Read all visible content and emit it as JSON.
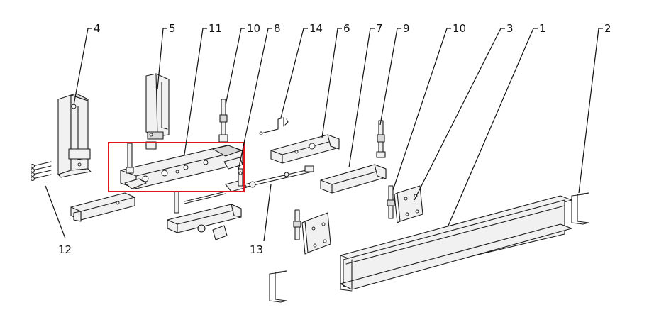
{
  "highlight_color": "#e0141c",
  "callouts": [
    {
      "id": "c1",
      "label": "1"
    },
    {
      "id": "c2",
      "label": "2"
    },
    {
      "id": "c3",
      "label": "3"
    },
    {
      "id": "c4",
      "label": "4"
    },
    {
      "id": "c5",
      "label": "5"
    },
    {
      "id": "c6",
      "label": "6"
    },
    {
      "id": "c7",
      "label": "7"
    },
    {
      "id": "c8",
      "label": "8"
    },
    {
      "id": "c9",
      "label": "9"
    },
    {
      "id": "c10a",
      "label": "10"
    },
    {
      "id": "c10b",
      "label": "10"
    },
    {
      "id": "c11",
      "label": "11"
    },
    {
      "id": "c12",
      "label": "12"
    },
    {
      "id": "c13",
      "label": "13"
    },
    {
      "id": "c14",
      "label": "14"
    }
  ]
}
